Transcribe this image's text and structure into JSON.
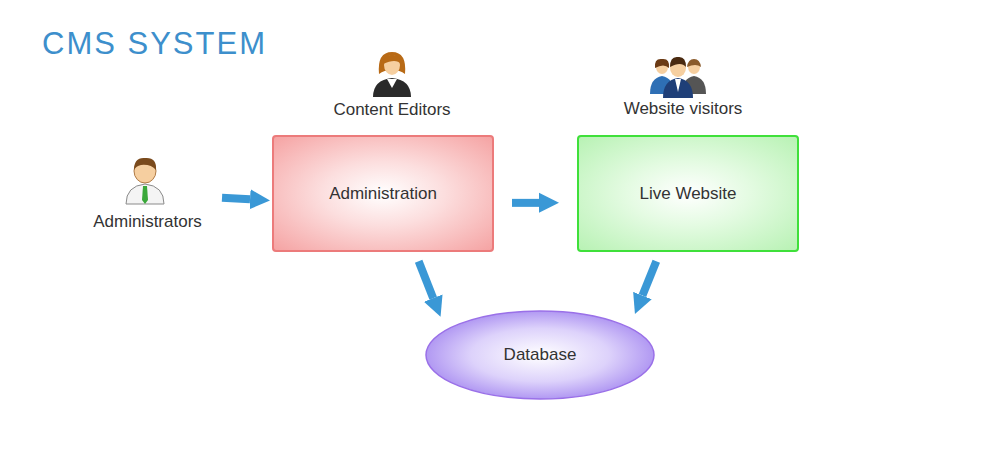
{
  "diagram": {
    "title": "CMS SYSTEM",
    "nodes": [
      {
        "text": [
          "Administrators"
        ]
      },
      {
        "text": [
          "Administration"
        ]
      },
      {
        "text": [
          "Live Website"
        ]
      },
      {
        "text": [
          "Database"
        ]
      }
    ],
    "edges": [
      {
        "from": 0,
        "to": 1,
        "arrow": "to"
      },
      {
        "from": 1,
        "to": 2,
        "arrow": "to"
      },
      {
        "from": 1,
        "to": 3,
        "arrow": "to"
      },
      {
        "from": 2,
        "to": 3,
        "arrow": "to"
      }
    ],
    "labels": [
      "Content Editors",
      "Website visitors"
    ]
  }
}
